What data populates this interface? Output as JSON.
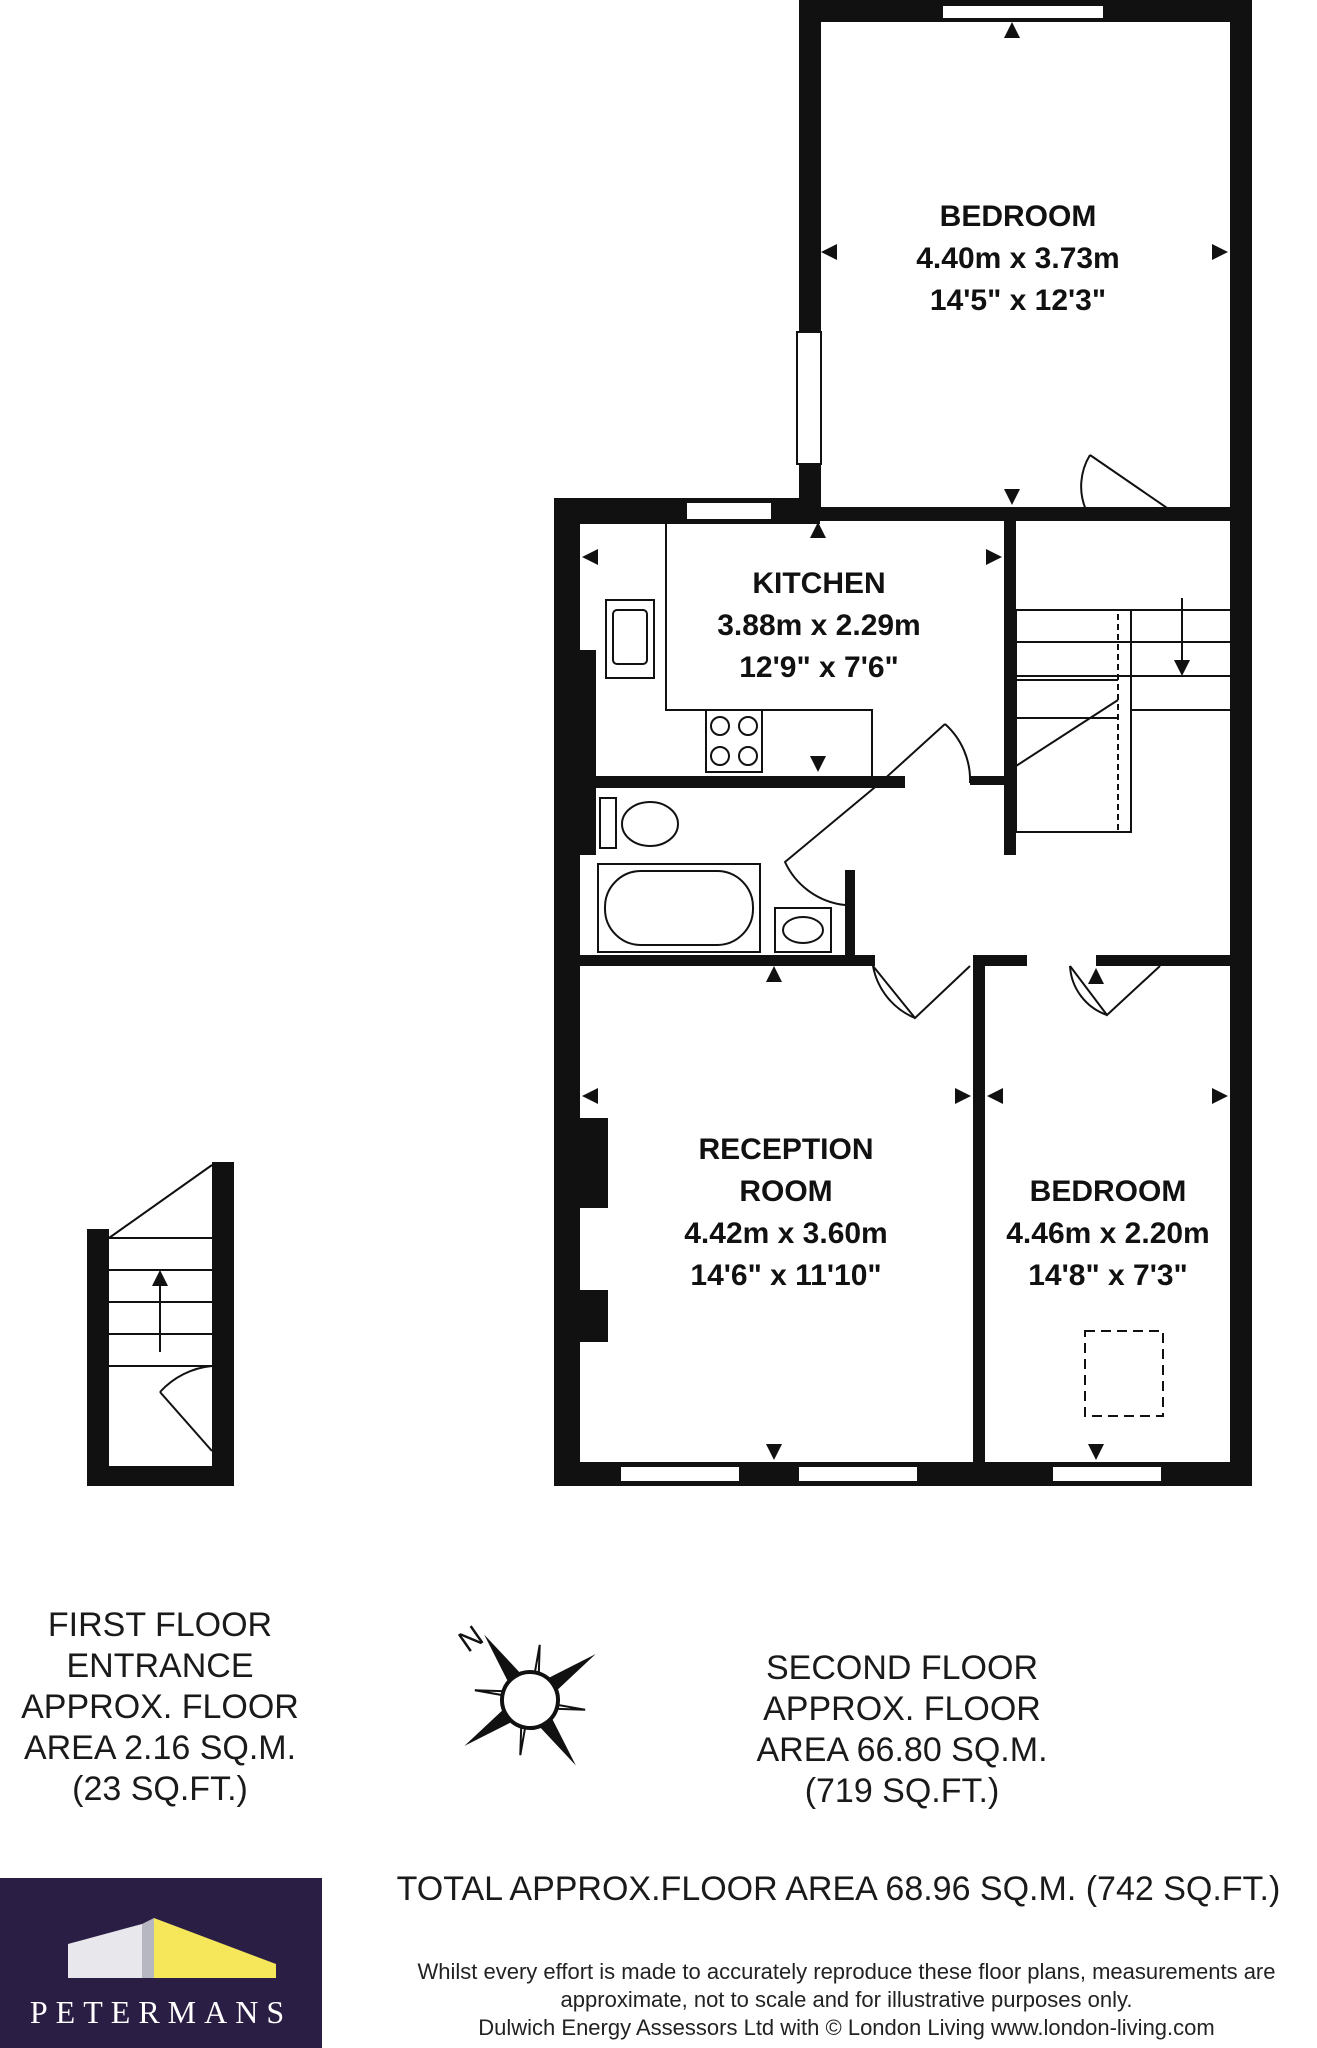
{
  "rooms": {
    "bedroom_top": {
      "name": "BEDROOM",
      "metric": "4.40m x 3.73m",
      "imperial": "14'5\" x 12'3\""
    },
    "kitchen": {
      "name": "KITCHEN",
      "metric": "3.88m x 2.29m",
      "imperial": "12'9\" x 7'6\""
    },
    "reception": {
      "name1": "RECEPTION",
      "name2": "ROOM",
      "metric": "4.42m x 3.60m",
      "imperial": "14'6\" x 11'10\""
    },
    "bedroom_small": {
      "name": "BEDROOM",
      "metric": "4.46m x 2.20m",
      "imperial": "14'8\" x 7'3\""
    }
  },
  "first_floor": {
    "lines": [
      "FIRST FLOOR",
      "ENTRANCE",
      "APPROX. FLOOR",
      "AREA 2.16 SQ.M.",
      "(23 SQ.FT.)"
    ]
  },
  "second_floor": {
    "lines": [
      "SECOND FLOOR",
      "APPROX. FLOOR",
      "AREA 66.80 SQ.M.",
      "(719 SQ.FT.)"
    ]
  },
  "compass": {
    "north_label": "N"
  },
  "total_area": "TOTAL APPROX.FLOOR AREA 68.96 SQ.M. (742 SQ.FT.)",
  "disclaimer": [
    "Whilst every effort is made to accurately reproduce these floor plans, measurements are",
    "approximate, not to scale and for illustrative purposes only.",
    "Dulwich Energy Assessors Ltd with © London Living www.london-living.com"
  ],
  "logo": {
    "wordmark": "PETERMANS",
    "bg_color": "#2b1e45",
    "accent_color": "#f6e65a"
  },
  "colors": {
    "wall": "#111111"
  }
}
